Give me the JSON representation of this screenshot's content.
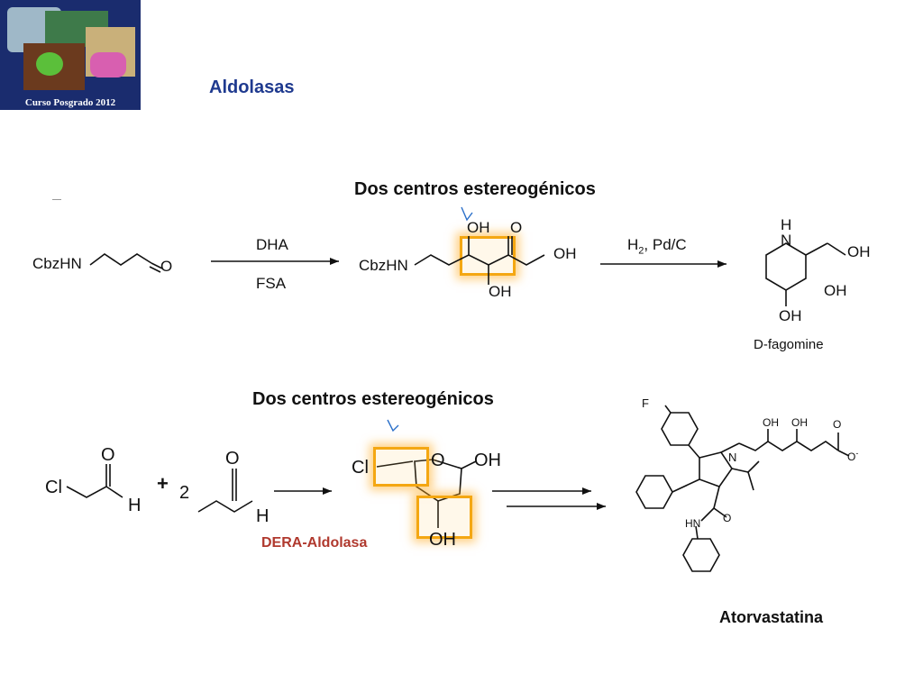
{
  "header": {
    "logo_caption": "Curso Posgrado 2012",
    "title": "Aldolasas"
  },
  "scheme1": {
    "heading": "Dos centros estereogénicos",
    "reactant": {
      "cbzhn": "CbzHN",
      "o": "O"
    },
    "arrow1": {
      "top": "DHA",
      "bottom": "FSA"
    },
    "intermediate": {
      "cbzhn": "CbzHN",
      "oh_top": "OH",
      "o_top": "O",
      "oh_right": "OH",
      "oh_bottom": "OH"
    },
    "arrow2": {
      "label_h": "H",
      "label_sub": "2",
      "label_rest": ", Pd/C"
    },
    "product": {
      "nh_n": "N",
      "nh_h": "H",
      "oh1": "OH",
      "oh2": "OH",
      "oh3": "OH",
      "name_prefix": "D-",
      "name": "fagomine"
    }
  },
  "scheme2": {
    "heading": "Dos centros estereogénicos",
    "reactant1": {
      "cl": "Cl",
      "o": "O",
      "h": "H"
    },
    "plus": "+",
    "coef": "2",
    "reactant2": {
      "o": "O",
      "h": "H"
    },
    "enzyme": "DERA-Aldolasa",
    "lactol": {
      "cl": "Cl",
      "o": "O",
      "oh_right": "OH",
      "oh_bottom": "OH"
    },
    "product": {
      "f": "F",
      "n": "N",
      "oh1": "OH",
      "oh2": "OH",
      "o_top": "O",
      "o_minus": "O",
      "minus": "-",
      "hn": "HN",
      "o_amide": "O",
      "name": "Atorvastatina"
    }
  },
  "colors": {
    "title": "#1f3a8f",
    "enzyme": "#b0392e",
    "highlight": "#f4a712",
    "stereo_arrow": "#2a6fc9"
  }
}
